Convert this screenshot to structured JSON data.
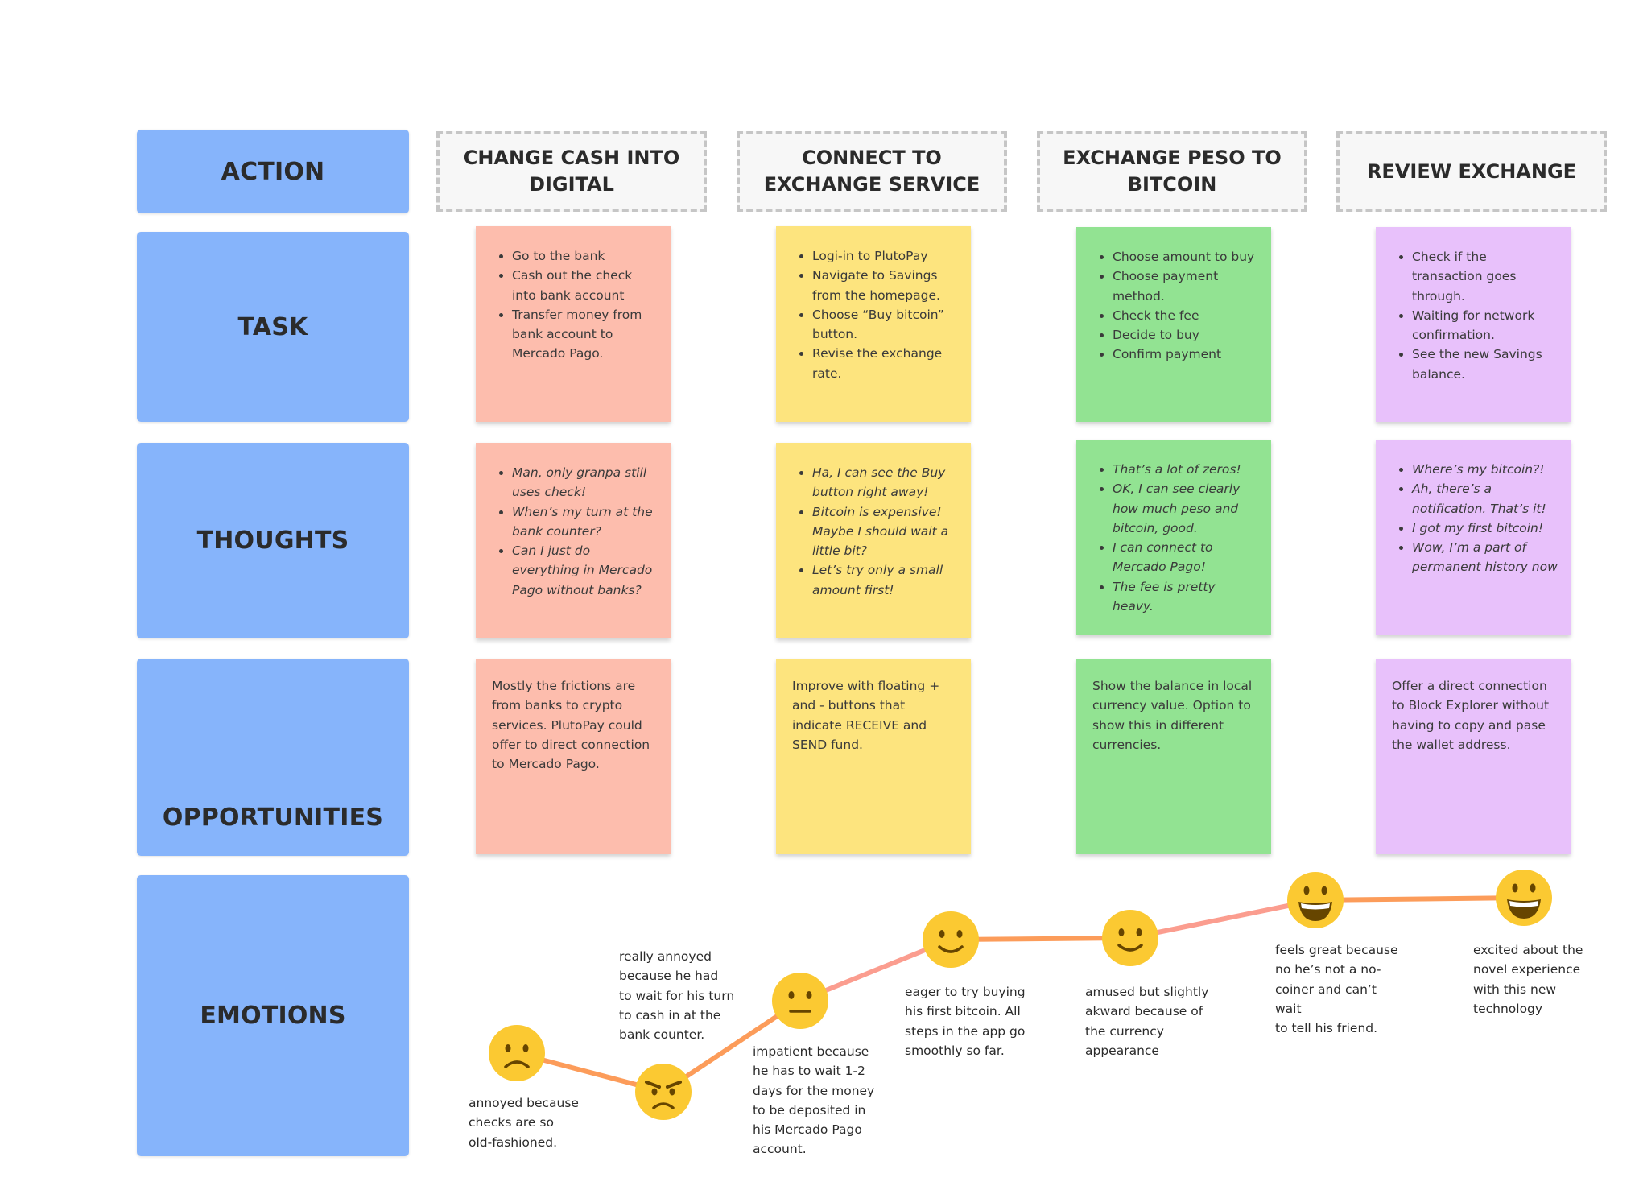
{
  "rows": {
    "action": "ACTION",
    "task": "TASK",
    "thoughts": "THOUGHTS",
    "opportunities": "OPPORTUNITIES",
    "emotions": "EMOTIONS"
  },
  "columns": [
    {
      "title": "CHANGE CASH INTO DIGITAL",
      "color": "#fdbdad",
      "tasks": [
        "Go to the bank",
        "Cash out the check into bank account",
        "Transfer money from bank account to Mercado Pago."
      ],
      "thoughts": [
        "Man, only granpa still uses check!",
        "When’s my turn at the bank counter?",
        "Can I just do everything in Mercado Pago without banks?"
      ],
      "opportunity": "Mostly the frictions are from banks to crypto services. PlutoPay could offer to direct connection to Mercado Pago."
    },
    {
      "title": "CONNECT TO EXCHANGE SERVICE",
      "color": "#fde47e",
      "tasks": [
        "Logi-in to PlutoPay",
        "Navigate to Savings from the homepage.",
        "Choose “Buy bitcoin” button.",
        "Revise the exchange rate."
      ],
      "thoughts": [
        "Ha, I can see the Buy button right away!",
        "Bitcoin is expensive! Maybe I should wait a little bit?",
        "Let’s try only a small amount first!"
      ],
      "opportunity": "Improve with floating + and - buttons that indicate RECEIVE and SEND fund."
    },
    {
      "title": "EXCHANGE PESO TO BITCOIN",
      "color": "#92e392",
      "tasks": [
        "Choose amount to buy",
        "Choose payment method.",
        "Check the fee",
        "Decide to buy",
        "Confirm payment"
      ],
      "thoughts": [
        "That’s a lot of zeros!",
        "OK, I can see clearly how much peso and bitcoin, good.",
        "I can connect to Mercado Pago!",
        "The fee is pretty heavy."
      ],
      "opportunity": "Show the balance in local currency value. Option to show this in different currencies."
    },
    {
      "title": "REVIEW EXCHANGE",
      "color": "#e8c1fb",
      "tasks": [
        "Check if the transaction goes through.",
        "Waiting for network confirmation.",
        "See the new Savings balance."
      ],
      "thoughts": [
        "Where’s my bitcoin?!",
        "Ah, there’s a notification. That’s it!",
        "I got my first bitcoin!",
        "Wow,  I’m a part of permanent history now"
      ],
      "opportunity": "Offer a direct connection to Block Explorer without having to copy and pase the wallet address."
    }
  ],
  "emotions": [
    {
      "face": "frowning-face",
      "text": "annoyed because\nchecks are so\nold-fashioned."
    },
    {
      "face": "angry-face",
      "text": "really annoyed\nbecause he had\nto wait for his turn\nto cash in at the\nbank counter."
    },
    {
      "face": "neutral-face",
      "text": "impatient because\nhe has to wait 1-2\ndays  for the money\nto be deposited in\nhis Mercado Pago\naccount."
    },
    {
      "face": "slightly-smiling-face",
      "text": "eager to  try buying\nhis first bitcoin. All\nsteps in the app go\nsmoothly so far."
    },
    {
      "face": "slightly-smiling-face",
      "text": "amused but slightly\nakward because of\nthe currency\nappearance"
    },
    {
      "face": "grinning-face",
      "text": "feels great because\nno he’s not a no-\ncoiner and can’t wait\nto tell his friend."
    },
    {
      "face": "grinning-face",
      "text": "excited about the\nnovel experience\nwith this new\ntechnology"
    }
  ],
  "colors": {
    "row_label": "#86b4fb",
    "line_orange": "#fc9c5a",
    "line_pink": "#fb9d8f",
    "emoji_yellow": "#fbc932"
  }
}
